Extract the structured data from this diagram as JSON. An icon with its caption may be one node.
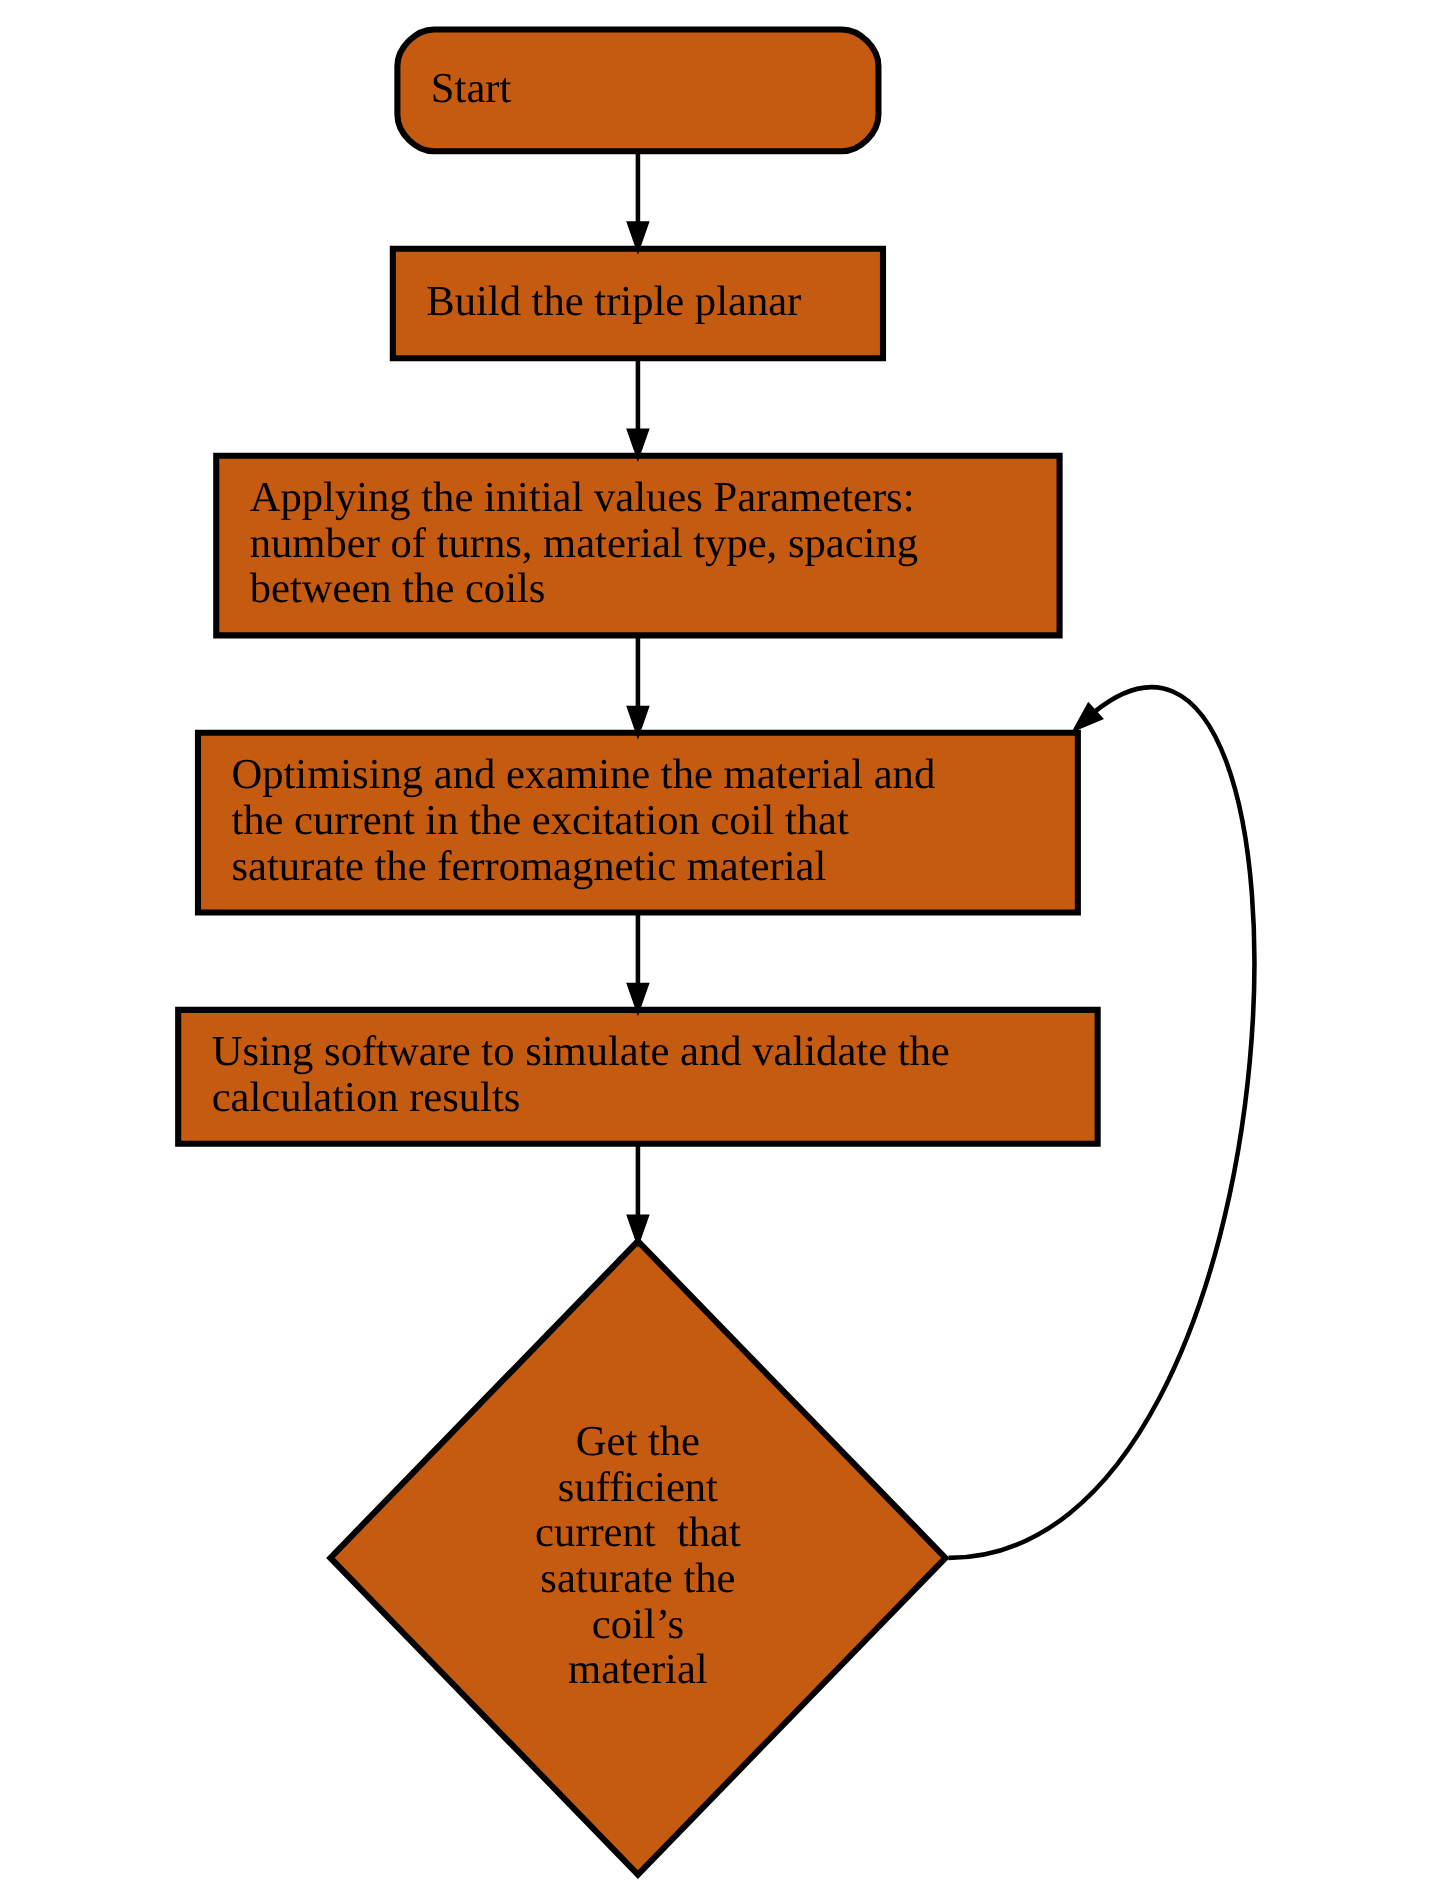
{
  "diagram": {
    "nodes": [
      {
        "text": [
          "Start"
        ]
      },
      {
        "text": [
          "Build the triple planar"
        ]
      },
      {
        "text": [
          "Applying the initial values Parameters: number of turns, material type, spacing between the coils"
        ]
      },
      {
        "text": [
          "Optimising and examine the material and the current in the excitation coil that saturate the ferromagnetic material"
        ]
      },
      {
        "text": [
          "Using software to simulate and validate the calculation results"
        ]
      },
      {
        "text": [
          "Get the sufficient current  that saturate the coil’s material"
        ]
      }
    ],
    "edges": [
      {
        "from": 0,
        "to": 1,
        "arrow": "to"
      },
      {
        "from": 1,
        "to": 2,
        "arrow": "to"
      },
      {
        "from": 2,
        "to": 3,
        "arrow": "to"
      },
      {
        "from": 3,
        "to": 4,
        "arrow": "to"
      },
      {
        "from": 4,
        "to": 5,
        "arrow": "to"
      },
      {
        "from": 5,
        "to": 3,
        "arrow": "to"
      }
    ]
  }
}
